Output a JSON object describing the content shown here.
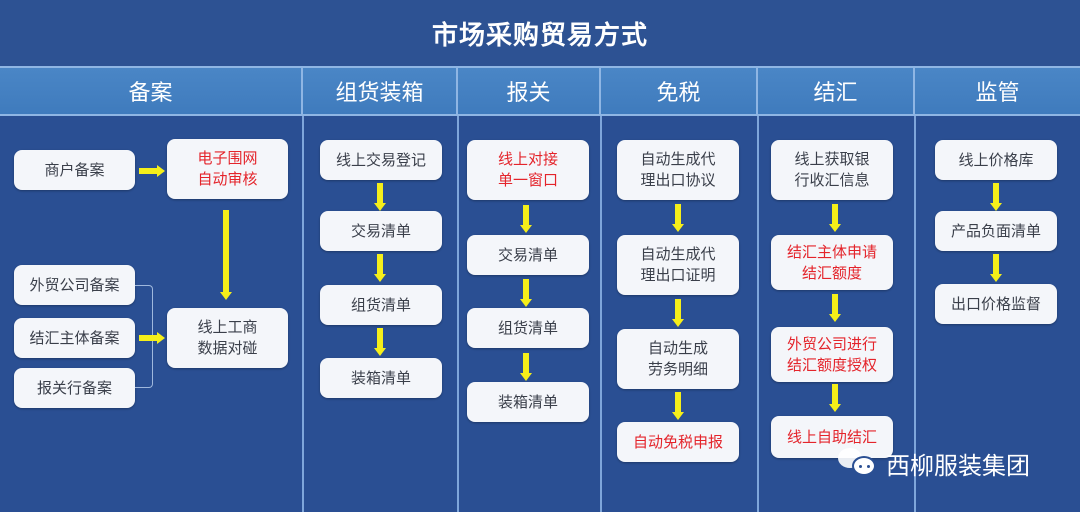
{
  "title": "市场采购贸易方式",
  "columns": [
    {
      "label": "备案"
    },
    {
      "label": "组货装箱"
    },
    {
      "label": "报关"
    },
    {
      "label": "免税"
    },
    {
      "label": "结汇"
    },
    {
      "label": "监管"
    }
  ],
  "filing": {
    "merchant": "商户备案",
    "e_fence": "电子围网\n自动审核",
    "foreign_trade_co": "外贸公司备案",
    "settlement_entity": "结汇主体备案",
    "customs_broker": "报关行备案",
    "business_check": "线上工商\n数据对碰"
  },
  "packing": [
    "线上交易登记",
    "交易清单",
    "组货清单",
    "装箱清单"
  ],
  "customs": [
    "线上对接\n单一窗口",
    "交易清单",
    "组货清单",
    "装箱清单"
  ],
  "tax_exempt": [
    "自动生成代\n理出口协议",
    "自动生成代\n理出口证明",
    "自动生成\n劳务明细",
    "自动免税申报"
  ],
  "settlement": [
    "线上获取银\n行收汇信息",
    "结汇主体申请\n结汇额度",
    "外贸公司进行\n结汇额度授权",
    "线上自助结汇"
  ],
  "supervision": [
    "线上价格库",
    "产品负面清单",
    "出口价格监督"
  ],
  "watermark": {
    "text": "西柳服装集团",
    "icon": "wechat-icon"
  },
  "colors": {
    "background": "#2a4f93",
    "header": "#4383c4",
    "arrow": "#f5ef1a",
    "highlight_text": "#e4242b",
    "box": "#f4f6fa"
  }
}
